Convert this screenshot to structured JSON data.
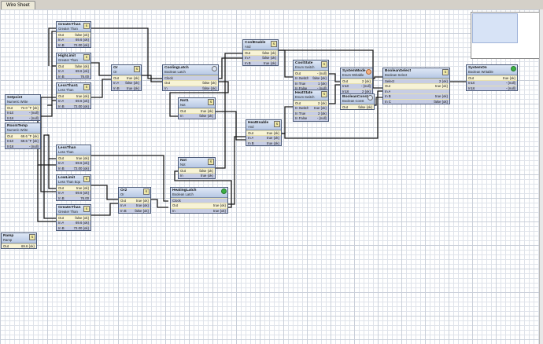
{
  "tab": {
    "label": "Wire Sheet"
  },
  "blocks": {
    "greaterthan": {
      "name": "GreaterThan",
      "type": "Greater Than",
      "icon": "S",
      "rows": [
        {
          "k": "Out",
          "v": "false {ok}"
        },
        {
          "k": "In A",
          "v": "69.6 {ok}"
        },
        {
          "k": "In B",
          "v": "72.00 {ok}"
        }
      ]
    },
    "highlimit": {
      "name": "HighLimit",
      "type": "Greater Than",
      "icon": "S",
      "rows": [
        {
          "k": "Out",
          "v": "false {ok}"
        },
        {
          "k": "In A",
          "v": "69.6 {ok}"
        },
        {
          "k": "In B",
          "v": "76.00"
        }
      ]
    },
    "lessthan1": {
      "name": "LessThan1",
      "type": "Less Than",
      "icon": "S",
      "rows": [
        {
          "k": "Out",
          "v": "true {ok}"
        },
        {
          "k": "In A",
          "v": "69.6 {ok}"
        },
        {
          "k": "In B",
          "v": "72.00 {ok}"
        }
      ]
    },
    "or": {
      "name": "Or",
      "type": "Or",
      "icon": "S",
      "rows": [
        {
          "k": "Out",
          "v": "true {ok}"
        },
        {
          "k": "In A",
          "v": "false {ok}"
        },
        {
          "k": "In B",
          "v": "true {ok}"
        }
      ]
    },
    "setpoint": {
      "name": "Setpoint",
      "type": "Numeric Write",
      "icon": "",
      "rows": [
        {
          "k": "Out",
          "v": "72.0 °F {ok}"
        },
        {
          "k": "In10",
          "v": "- {null}"
        },
        {
          "k": "In16",
          "v": "- {null}"
        }
      ]
    },
    "roomtemp": {
      "name": "RoomTemp",
      "type": "Numeric Write",
      "icon": "",
      "rows": [
        {
          "k": "Out",
          "v": "69.6 °F {ok}"
        },
        {
          "k": "In10",
          "v": "69.6 °F {ok}"
        },
        {
          "k": "In16",
          "v": "- {null}"
        }
      ]
    },
    "lessthan": {
      "name": "LessThan",
      "type": "Less Than",
      "icon": "S",
      "rows": [
        {
          "k": "Out",
          "v": "true {ok}"
        },
        {
          "k": "In A",
          "v": "69.6 {ok}"
        },
        {
          "k": "In B",
          "v": "72.00 {ok}"
        }
      ]
    },
    "lowlimit": {
      "name": "LowLimit",
      "type": "Less Than Equ",
      "icon": "S",
      "rows": [
        {
          "k": "Out",
          "v": "true {ok}"
        },
        {
          "k": "In A",
          "v": "69.6 {ok}"
        },
        {
          "k": "In B",
          "v": "76.00"
        }
      ]
    },
    "greaterthan2": {
      "name": "GreaterThan",
      "type": "Greater Than",
      "icon": "S",
      "rows": [
        {
          "k": "Out",
          "v": "false {ok}"
        },
        {
          "k": "In A",
          "v": "69.6 {ok}"
        },
        {
          "k": "In B",
          "v": "72.00 {ok}"
        }
      ]
    },
    "or2": {
      "name": "Or2",
      "type": "Or",
      "icon": "S",
      "rows": [
        {
          "k": "Out",
          "v": "true {ok}"
        },
        {
          "k": "In A",
          "v": "true {ok}"
        },
        {
          "k": "In B",
          "v": "false {ok}"
        }
      ]
    },
    "coolinglatch": {
      "name": "CoolingLatch",
      "type": "Boolean Latch",
      "icon": "",
      "rows": [
        {
          "k": "Clock",
          "v": ""
        },
        {
          "k": "Out",
          "v": "false {ok}"
        },
        {
          "k": "In",
          "v": "false {ok}"
        }
      ]
    },
    "heatinglatch": {
      "name": "HeatingLatch",
      "type": "Boolean Latch",
      "icon": "",
      "rows": [
        {
          "k": "Clock",
          "v": ""
        },
        {
          "k": "Out",
          "v": "true {ok}"
        },
        {
          "k": "In",
          "v": "true {ok}"
        }
      ]
    },
    "not1": {
      "name": "Not1",
      "type": "Not",
      "icon": "S",
      "rows": [
        {
          "k": "Out",
          "v": "true {ok}"
        },
        {
          "k": "In",
          "v": "false {ok}"
        }
      ]
    },
    "not": {
      "name": "Not",
      "type": "Not",
      "icon": "S",
      "rows": [
        {
          "k": "Out",
          "v": "false {ok}"
        },
        {
          "k": "In",
          "v": "true {ok}"
        }
      ]
    },
    "coolenable": {
      "name": "CoolEnable",
      "type": "And",
      "icon": "S",
      "rows": [
        {
          "k": "Out",
          "v": "false {ok}"
        },
        {
          "k": "In A",
          "v": "false {ok}"
        },
        {
          "k": "In B",
          "v": "true {ok}"
        }
      ]
    },
    "heatenable": {
      "name": "HeatEnable",
      "type": "And",
      "icon": "S",
      "rows": [
        {
          "k": "Out",
          "v": "true {ok}"
        },
        {
          "k": "In A",
          "v": "true {ok}"
        },
        {
          "k": "In B",
          "v": "true {ok}"
        }
      ]
    },
    "coolstate": {
      "name": "CoolState",
      "type": "Enum Switch",
      "icon": "S",
      "rows": [
        {
          "k": "Out",
          "v": "- {null}"
        },
        {
          "k": "In Switch",
          "v": "false {ok}"
        },
        {
          "k": "In True",
          "v": "1 {ok}"
        },
        {
          "k": "In False",
          "v": "- {null}"
        }
      ]
    },
    "heatstate": {
      "name": "HeatState",
      "type": "Enum Switch",
      "icon": "S",
      "rows": [
        {
          "k": "Out",
          "v": "2 {ok}"
        },
        {
          "k": "In Switch",
          "v": "true {ok}"
        },
        {
          "k": "In True",
          "v": "2 {ok}"
        },
        {
          "k": "In False",
          "v": "- {null}"
        }
      ]
    },
    "systemmode": {
      "name": "SystemMode",
      "type": "Enum Writable",
      "icon": "",
      "rows": [
        {
          "k": "Out",
          "v": "2 {ok}"
        },
        {
          "k": "In10",
          "v": "- {null}"
        },
        {
          "k": "In16",
          "v": "2 {ok}"
        }
      ]
    },
    "booleanconst": {
      "name": "BooleanConst",
      "type": "Boolean Const",
      "icon": "",
      "rows": [
        {
          "k": "Out",
          "v": "false {ok}"
        }
      ]
    },
    "booleanselect": {
      "name": "BooleanSelect",
      "type": "Boolean Select",
      "icon": "S",
      "rows": [
        {
          "k": "Select",
          "v": "2 {ok}"
        },
        {
          "k": "Out",
          "v": "true {ok}"
        },
        {
          "k": "In A",
          "v": ""
        },
        {
          "k": "In B",
          "v": "true {ok}"
        },
        {
          "k": "In C",
          "v": "false {ok}"
        }
      ]
    },
    "systemon": {
      "name": "SystemOn",
      "type": "Boolean Writable",
      "icon": "",
      "rows": [
        {
          "k": "Out",
          "v": "true {ok}"
        },
        {
          "k": "In10",
          "v": "- {null}"
        },
        {
          "k": "In16",
          "v": "- {null}"
        }
      ]
    },
    "ramp": {
      "name": "Ramp",
      "type": "Ramp",
      "icon": "S",
      "rows": [
        {
          "k": "Out",
          "v": "69.6 {ok}"
        }
      ]
    }
  },
  "icons": {
    "status_running": "green-circle",
    "status_alarm": "orange-circle",
    "component": "component-s-icon"
  },
  "colors": {
    "header": "#b7c8e4",
    "body": "#f7f3d6",
    "selected_row": "#c7cde4",
    "wire": "#1a1a1a",
    "grid": "#dfe3ea"
  }
}
